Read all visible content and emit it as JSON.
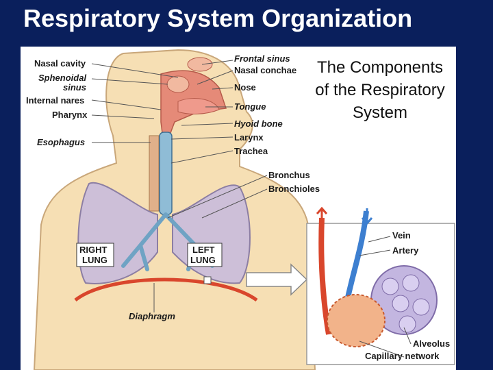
{
  "slide": {
    "title": "Respiratory System Organization",
    "side_caption": "The Components of the Respiratory System"
  },
  "labels_left": {
    "nasal_cavity": "Nasal cavity",
    "sphenoidal_1": "Sphenoidal",
    "sphenoidal_2": "sinus",
    "internal_nares": "Internal nares",
    "pharynx": "Pharynx",
    "esophagus": "Esophagus"
  },
  "labels_right": {
    "frontal_sinus": "Frontal sinus",
    "nasal_conchae": "Nasal conchae",
    "nose": "Nose",
    "tongue": "Tongue",
    "hyoid_bone": "Hyoid bone",
    "larynx": "Larynx",
    "trachea": "Trachea",
    "bronchus": "Bronchus",
    "bronchioles": "Bronchioles"
  },
  "lungs": {
    "right_1": "RIGHT",
    "right_2": "LUNG",
    "left_1": "LEFT",
    "left_2": "LUNG",
    "diaphragm": "Diaphragm"
  },
  "inset": {
    "vein": "Vein",
    "artery": "Artery",
    "alveolus": "Alveolus",
    "capillary_network": "Capillary network"
  },
  "colors": {
    "background": "#0a1f5c",
    "skin": "#f6dfb4",
    "lung": "#cdbfd8",
    "airway": "#8fbcd6",
    "vein_red": "#d9462c",
    "artery_blue": "#3d7fd0"
  }
}
